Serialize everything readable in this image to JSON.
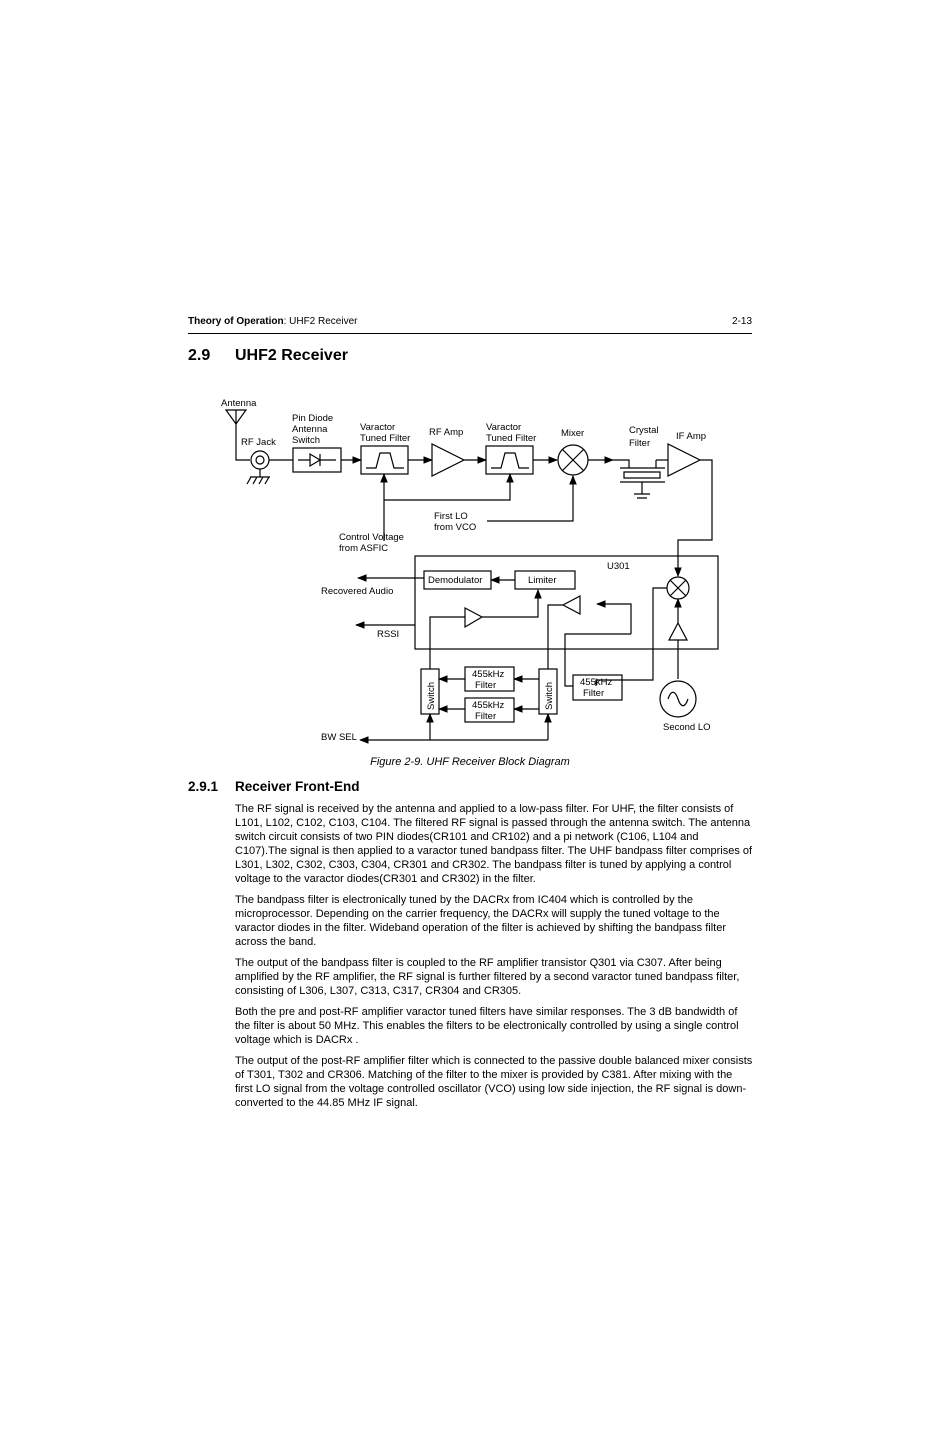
{
  "header": {
    "section_bold": "Theory of Operation",
    "section_rest": ": UHF2 Receiver",
    "page_number": "2-13"
  },
  "section": {
    "number": "2.9",
    "title": "UHF2 Receiver"
  },
  "diagram": {
    "labels": {
      "antenna": "Antenna",
      "rf_jack": "RF Jack",
      "pin_diode_1": "Pin Diode",
      "pin_diode_2": "Antenna",
      "pin_diode_3": "Switch",
      "varactor1_1": "Varactor",
      "varactor1_2": "Tuned Filter",
      "rf_amp": "RF Amp",
      "varactor2_1": "Varactor",
      "varactor2_2": "Tuned Filter",
      "mixer": "Mixer",
      "crystal_1": "Crystal",
      "crystal_2": "Filter",
      "if_amp": "IF Amp",
      "first_lo_1": "First LO",
      "first_lo_2": "from VCO",
      "control_voltage_1": "Control Voltage",
      "control_voltage_2": "from  ASFIC",
      "u301": "U301",
      "demodulator": "Demodulator",
      "limiter": "Limiter",
      "recovered_audio": "Recovered Audio",
      "rssi": "RSSI",
      "switch_left": "Switch",
      "switch_right": "Switch",
      "filter455_a_1": "455kHz",
      "filter455_a_2": "Filter",
      "filter455_b_1": "455kHz",
      "filter455_b_2": "Filter",
      "filter455_c_1": "455kHz",
      "filter455_c_2": "Filter",
      "second_lo": "Second LO",
      "bw_sel": "BW SEL"
    }
  },
  "figure_caption": "Figure 2-9.  UHF Receiver Block Diagram",
  "subsection": {
    "number": "2.9.1",
    "title": "Receiver Front-End"
  },
  "paragraphs": [
    "The RF signal is received by the antenna and applied to a low-pass filter. For UHF, the filter consists of L101, L102, C102, C103, C104. The filtered RF signal is passed through the antenna switch. The antenna switch circuit consists of two PIN diodes(CR101 and CR102) and a pi network (C106, L104 and C107).The signal is then applied to a varactor tuned bandpass filter. The UHF bandpass filter comprises of L301, L302, C302, C303, C304, CR301 and CR302. The bandpass filter is tuned by applying a control voltage to the varactor diodes(CR301 and CR302) in the filter.",
    "The bandpass filter is electronically tuned by the DACRx from IC404 which is controlled by the microprocessor. Depending on the carrier frequency, the DACRx will supply the tuned voltage to the varactor diodes in the filter. Wideband operation of the filter is achieved by shifting the bandpass filter across the band.",
    "The output of the bandpass filter is coupled to the RF amplifier transistor Q301 via C307. After being amplified by the RF amplifier, the RF signal is further filtered by a second varactor tuned bandpass filter, consisting of  L306, L307, C313, C317, CR304 and  CR305.",
    "Both the pre and post-RF amplifier varactor tuned filters have similar responses. The 3 dB bandwidth of the filter is about 50 MHz. This enables the filters to be electronically controlled by using a single control voltage which is DACRx .",
    "The output of the post-RF amplifier filter which is connected to the passive double balanced mixer consists of T301, T302 and CR306. Matching of the filter to the mixer is provided by C381. After mixing with the first LO signal from the voltage controlled oscillator (VCO) using low side injection, the RF signal is down-converted to the 44.85 MHz IF signal."
  ]
}
